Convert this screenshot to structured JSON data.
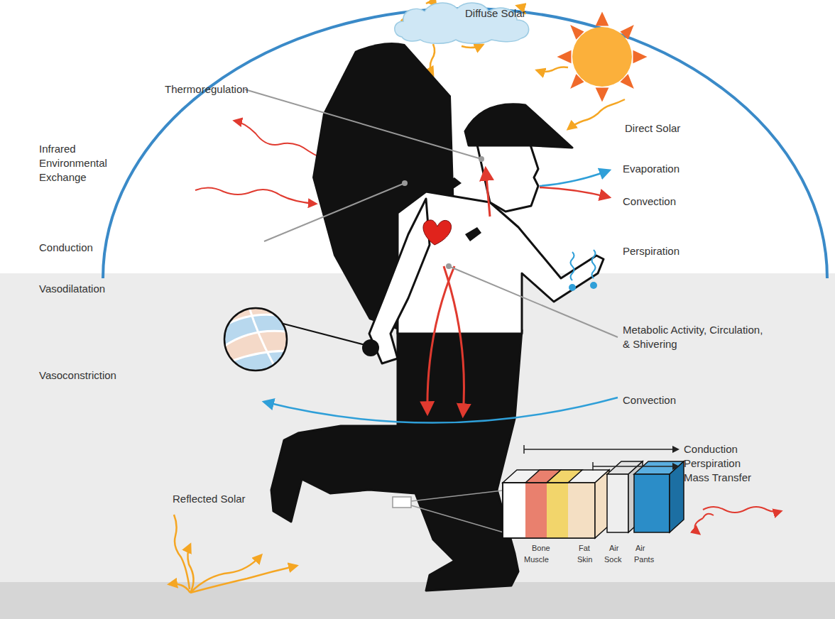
{
  "diagram": {
    "nodes": [
      {
        "text": [
          "Diffuse Solar"
        ]
      }
    ],
    "labels": [
      "Thermoregulation",
      "Direct Solar",
      "Infrared Environmental Exchange",
      "Evaporation",
      "Convection",
      "Conduction",
      "Perspiration",
      "Vasodilatation",
      "Metabolic Activity, Circulation, & Shivering",
      "Vasoconstriction",
      "Convection",
      "Conduction",
      "Perspiration Mass Transfer",
      "Reflected Solar",
      "Bone",
      "Muscle",
      "Fat",
      "Skin",
      "Air",
      "Sock",
      "Air",
      "Pants"
    ]
  }
}
